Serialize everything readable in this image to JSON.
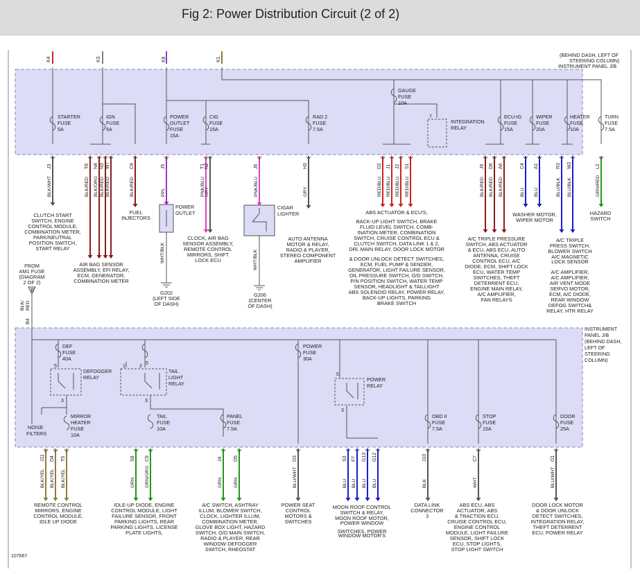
{
  "header": {
    "title": "Fig 2: Power Distribution Circuit (2 of 2)"
  },
  "figure_id": "107667",
  "top_inputs": [
    "K4",
    "K3",
    "K6",
    "K1"
  ],
  "panel_top_label": [
    "(BEHIND DASH, LEFT OF",
    "STEERING COLUMN)",
    "INSTRUMENT PANEL J/B"
  ],
  "panel_bottom_label": [
    "INSTRUMENT",
    "PANEL J/B",
    "(BEHIND DASH,",
    "LEFT OF",
    "STEERING",
    "COLUMN)"
  ],
  "colors": {
    "panel_fill": "#dcdcf6",
    "panel_border": "#8888b8",
    "wire_red": "#cc2222",
    "wire_darkred": "#8b1a1a",
    "wire_blue": "#1a1acc",
    "wire_green": "#1a9a1a",
    "wire_purple": "#9932cc",
    "wire_pink": "#e040c0",
    "wire_olive": "#8b7d3a"
  },
  "fuses_top": [
    {
      "name": "STARTER",
      "word": "FUSE",
      "amp": "5A"
    },
    {
      "name": "IGN",
      "word": "FUSE",
      "amp": "5A"
    },
    {
      "name": "POWER",
      "word": "OUTLET",
      "word2": "FUSE",
      "amp": "15A"
    },
    {
      "name": "CIG",
      "word": "FUSE",
      "amp": "15A"
    },
    {
      "name": "RAD 2",
      "word": "FUSE",
      "amp": "7.5A"
    },
    {
      "name": "GAUGE",
      "word": "FUSE",
      "amp": "10A"
    },
    {
      "name": "ECU-IG",
      "word": "FUSE",
      "amp": "15A"
    },
    {
      "name": "WIPER",
      "word": "FUSE",
      "amp": "20A"
    },
    {
      "name": "HEATER",
      "word": "FUSE",
      "amp": "10A"
    },
    {
      "name": "TURN",
      "word": "FUSE",
      "amp": "7.5A"
    }
  ],
  "integration_relay": {
    "pin": "7",
    "line1": "INTEGRATION",
    "line2": "RELAY"
  },
  "top_pins": [
    "J3",
    "T8",
    "N4",
    "N3",
    "W7",
    "C8",
    "J5",
    "T1",
    "N2",
    "J6",
    "H3",
    "D2",
    "J1",
    "J2",
    "S1",
    "J9",
    "D6",
    "A6",
    "C4",
    "A1",
    "R3",
    "W2",
    "L2"
  ],
  "top_wire_colors": [
    "BLK/WHT",
    "BLK/RED",
    "BLK/ORG",
    "BLK/RED",
    "BLK/RED",
    "BLK/RED",
    "PPL",
    "PNK/BLU",
    "GRY",
    "PNK/BLU",
    "GRY",
    "RED/BLU",
    "RED/BLU",
    "RED/BLU",
    "RED/BLU",
    "BLK/RED",
    "BLK/RED",
    "BLK/RED",
    "BLU",
    "BLU",
    "BLU/BLK",
    "BLU/BLK",
    "GRN/RED"
  ],
  "top_destinations": {
    "clutch": [
      "CLUTCH START",
      "SWITCH, ENGINE",
      "CONTROL MODULE,",
      "COMBINATION METER,",
      "PARK/NEUTRAL",
      "POSITION SWITCH,",
      "START RELAY"
    ],
    "airbag": [
      "AIR BAG SENSOR",
      "ASSEMBLY, EFI RELAY,",
      "ECM, GENERATOR,",
      "COMBINATION METER"
    ],
    "fuel": [
      "FUEL",
      "INJECTORS"
    ],
    "power_outlet": [
      "POWER",
      "OUTLET"
    ],
    "g202": [
      "G202",
      "(LEFT SIDE",
      "OF DASH)"
    ],
    "clock": [
      "CLOCK, AIR BAG",
      "SENSOR ASSEMBLY,",
      "REMOTE CONTROL",
      "MIRRORS, SHIFT",
      "LOCK ECU"
    ],
    "cigar": [
      "CIGAR",
      "LIGHTER"
    ],
    "g206": [
      "G206",
      "(CENTER",
      "OF DASH)"
    ],
    "auto_antenna": [
      "AUTO ANTENNA",
      "MOTOR & RELAY,",
      "RADIO & PLAYER,",
      "STEREO COMPONENT",
      "AMPLIFIER"
    ],
    "abs_group": [
      "ABS ACTUATOR & ECU'S,",
      "BACK-UP LIGHT SWITCH, BRAKE",
      "FLUID LEVEL SWITCH, COMB-",
      "INATION METER, COMBINATION",
      "SWITCH, CRUISE CONTROL ECU &",
      "CLUTCH SWITCH, DATA LINK 1 & 2,",
      "DRL MAIN RELAY, DOOR LOCK MOTOR",
      "& DOOR UNLOCK DETECT SWITCHES,",
      "ECM, FUEL PUMP & SENDER,",
      "GENERATOR, LIGHT FAILURE SENSOR,",
      "OIL PRESSURE SWITCH, O/D SWITCH,",
      "P/N POSITION SWITCH, WATER TEMP",
      "SENSOR, HEADLIGHT & TAILLIGHT",
      "ABS SOLENOID RELAY, POWER RELAY,",
      "BACK-UP LIGHTS, PARKING",
      "BRAKE SWITCH"
    ],
    "ac_triple": [
      "A/C TRIPLE PRESSURE",
      "SWITCH, ABS ACTUATOR",
      "& ECU, ABS ECU, AUTO",
      "ANTENNA, CRUISE",
      "CONTROL ECU, A/C",
      "DIODE, ECM, SHIFT LOCK",
      "ECU, WATER TEMP",
      "SWITCHES, THEFT",
      "DETERRENT ECU,",
      "ENGINE MAIN RELAY,",
      "A/C AMPLIFIER,",
      "FAN RELAYS"
    ],
    "washer": [
      "WASHER MOTOR,",
      "WIPER MOTOR"
    ],
    "ac_blower": [
      "A/C TRIPLE",
      "PRESS SWITCH,",
      "BLOWER SWITCH",
      "A/C MAGNETIC",
      "LOCK SENSOR",
      "A/C AMPLIFIER,",
      "A/C AMPLIFIER,",
      "AIR VENT MODE",
      "SERVO MOTOR,",
      "ECM, A/C DIODE,",
      "REAR WINDOW",
      "DEFOG SWITCH&",
      "RELAY, HTR RELAY"
    ],
    "hazard": [
      "HAZARD",
      "SWITCH"
    ]
  },
  "from_am1": {
    "lines": [
      "FROM",
      "AM1 FUSE",
      "(DIAGRAM",
      "2 OF 2)"
    ],
    "wire": [
      "BLK/",
      "RED"
    ],
    "connector": "E",
    "pin": "B4"
  },
  "bottom_components": {
    "def_fuse": [
      "DEF",
      "FUSE",
      "40A"
    ],
    "defogger_relay": [
      "DEFOGGER",
      "RELAY"
    ],
    "tail_light_relay": [
      "TAIL",
      "LIGHT",
      "RELAY"
    ],
    "power_fuse": [
      "POWER",
      "FUSE",
      "30A"
    ],
    "power_relay": [
      "POWER",
      "RELAY"
    ],
    "noise_filters": [
      "NOISE",
      "FILTERS"
    ],
    "mirror_heater_fuse": [
      "MIRROR",
      "HEATER",
      "FUSE",
      "10A"
    ],
    "tail_fuse": [
      "TAIL",
      "FUSE",
      "10A"
    ],
    "panel_fuse": [
      "PANEL",
      "FUSE",
      "7.5A"
    ],
    "obd_fuse": [
      "OBD II",
      "FUSE",
      "7.5A"
    ],
    "stop_fuse": [
      "STOP",
      "FUSE",
      "15A"
    ],
    "door_fuse": [
      "DOOR",
      "FUSE",
      "25A"
    ],
    "relay_pins": [
      "5",
      "3",
      "1",
      "2",
      "5",
      "3",
      "5",
      "3"
    ]
  },
  "bottom_pins": [
    "J11",
    "D4",
    "T5",
    "S8",
    "C9",
    "J4",
    "D5",
    "D3",
    "S3",
    "F7",
    "G13",
    "G12",
    "J10",
    "C7",
    "O1"
  ],
  "bottom_wire_colors": [
    "BLK/YEL",
    "BLK/YEL",
    "BLK/YEL",
    "GRN",
    "GRN/ORG",
    "GRN",
    "GRN",
    "BLU/WHT",
    "BLU",
    "BLU",
    "BLU",
    "BLU",
    "BLK",
    "WHT",
    "BLU/WHT"
  ],
  "bottom_destinations": {
    "remote": [
      "REMOTE CONTROL",
      "MIRRORS, ENGINE",
      "CONTROL MODULE,",
      "IDLE UP DIODE"
    ],
    "idle": [
      "IDLE-UP DIODE, ENGINE",
      "CONTROL MODULE, LIGHT",
      "FAILURE SENSOR, FRONT",
      "PARKING LIGHTS, REAR",
      "PARKING LIGHTS, LICENSE",
      "PLATE LIGHTS,"
    ],
    "ac_switch": [
      "A/C SWITCH, ASHTRAY",
      "ILLUM, BLOWER SWITCH,",
      "CLOCK, LIGHTER ILLUM,",
      "COMBINATION METER,",
      "GLOVE BOX LIGHT, HAZARD",
      "SWITCH, O/D MAIN SWITCH,",
      "RADIO & PLAYER, REAR",
      "WINDOW DEFOGGER",
      "SWITCH, RHEOSTAT"
    ],
    "seat": [
      "POWER SEAT",
      "CONTROL",
      "MOTORS &",
      "SWITCHES"
    ],
    "moon": [
      "MOON ROOF CONTROL",
      "SWITCH & RELAY,",
      "MOON ROOF MOTOR,",
      "POWER WINDOW",
      "SWITCHES, POWER",
      "WINDOW MOTOR'S"
    ],
    "datalink": [
      "DATA LINK",
      "CONNECTOR",
      "3"
    ],
    "abs_ecu": [
      "ABS ECU, ABS",
      "ACTUATOR, ABS",
      "& TRACTION ECU,",
      "CRUISE CONTROL ECU,",
      "ENGINE CONTROL",
      "MODULE, LIGHT FAILURE",
      "SENSOR, SHIFT LOCK",
      "ECU, STOP LIGHTS,",
      "STOP LIGHT SWITCH"
    ],
    "doorlock": [
      "DOOR LOCK MOTOR",
      "& DOOR UNLOCK",
      "DETECT SWITCHES,",
      "INTEGRATION RELAY,",
      "THEFT DETERRENT",
      "ECU, POWER RELAY"
    ]
  }
}
